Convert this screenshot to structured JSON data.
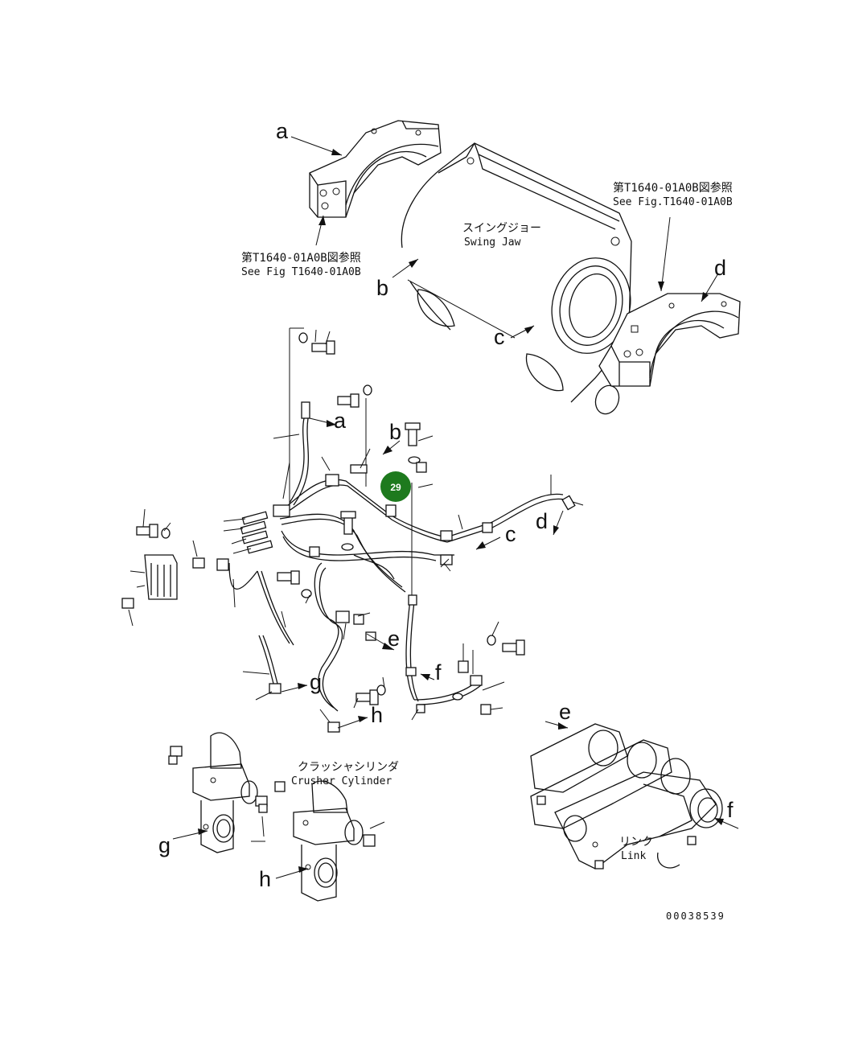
{
  "refs": {
    "left_ref_ja": "第T1640-01A0B図参照",
    "left_ref_en": "See Fig T1640-01A0B",
    "right_ref_ja": "第T1640-01A0B図参照",
    "right_ref_en": "See Fig.T1640-01A0B"
  },
  "parts": {
    "swing_jaw_ja": "スイングジョー",
    "swing_jaw_en": "Swing Jaw",
    "crusher_cylinder_ja": "クラッシャシリンダ",
    "crusher_cylinder_en": "Crusher Cylinder",
    "link_ja": "リンク",
    "link_en": "Link"
  },
  "letters": {
    "a": "a",
    "b": "b",
    "c": "c",
    "d": "d",
    "e": "e",
    "f": "f",
    "g": "g",
    "h": "h"
  },
  "callout": {
    "number": "29",
    "color": "#1e7a1e"
  },
  "drawing_number": "00038539"
}
